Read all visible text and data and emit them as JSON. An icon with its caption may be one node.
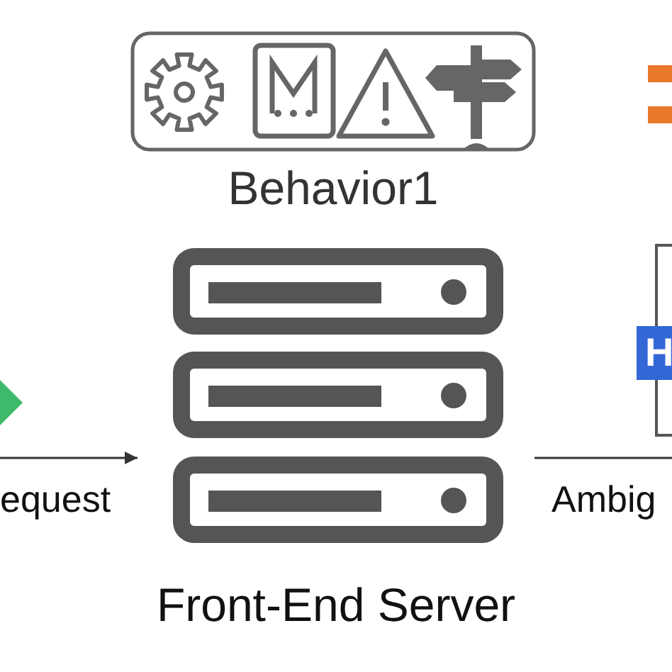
{
  "diagram": {
    "nodes": [
      {
        "text": [
          "Behavior1"
        ]
      },
      {
        "text": [
          "Front-End Server"
        ]
      },
      {
        "text": [
          "H"
        ]
      }
    ],
    "edges": [
      {
        "from": null,
        "to": 1,
        "arrow": "to",
        "label": "equest"
      },
      {
        "from": 1,
        "to": null,
        "arrow": "none",
        "label": "Ambig"
      }
    ]
  }
}
